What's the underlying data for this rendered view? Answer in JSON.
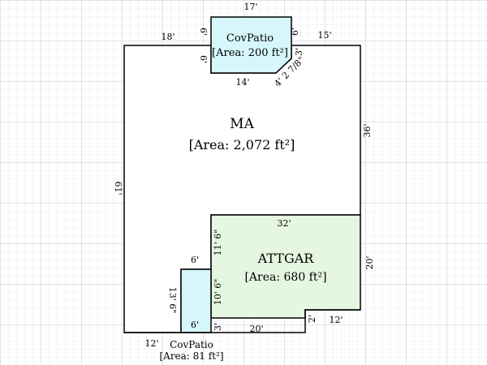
{
  "colors": {
    "grid_minor": "#dadaee",
    "grid_major": "#b6b6d6",
    "wall": "#000000",
    "patio_fill": "#d6f6fb",
    "garage_fill": "#e6f7e1",
    "main_fill": "#ffffff"
  },
  "rooms": {
    "main": {
      "name": "MA",
      "area": "[Area: 2,072 ft²]"
    },
    "top_patio": {
      "name": "CovPatio",
      "area": "[Area: 200 ft²]"
    },
    "garage": {
      "name": "ATTGAR",
      "area": "[Area: 680 ft²]"
    },
    "bottom_patio": {
      "name": "CovPatio",
      "area": "[Area: 81 ft²]"
    }
  },
  "dimensions": {
    "patio_top": "17'",
    "main_top_left": "18'",
    "patio_left_upper": "6'",
    "patio_left_lower": "6'",
    "patio_right_upper": "6'",
    "patio_right_lower": "3'",
    "main_top_right": "15'",
    "patio_bottom": "14'",
    "patio_diagonal": "4' 2 7/8\"",
    "main_right": "36'",
    "main_left": "61'",
    "garage_top": "32'",
    "garage_left_upper": "11' 6\"",
    "garage_right": "20'",
    "bottom_patio_top": "6'",
    "bottom_patio_left": "13' 6\"",
    "garage_left_lower": "10' 6\"",
    "bottom_patio_bottom": "6'",
    "garage_left_bottom": "3'",
    "garage_bottom": "20'",
    "garage_notch": "2'",
    "garage_bottom_right": "12'",
    "main_bottom_left": "12'"
  }
}
